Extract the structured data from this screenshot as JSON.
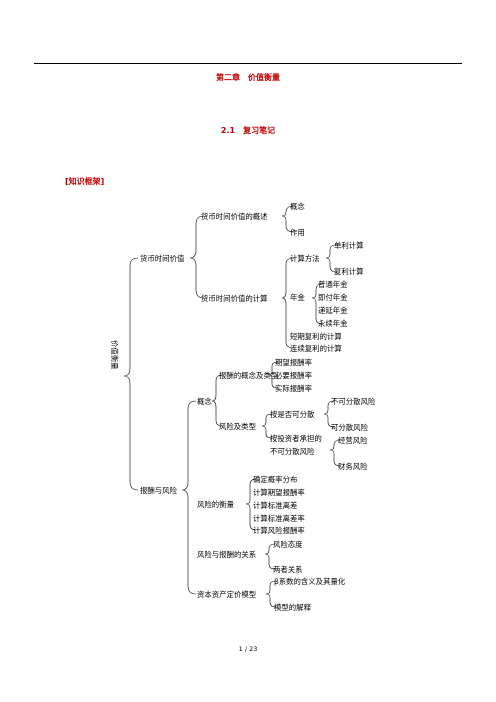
{
  "headings": {
    "chapter": "第二章　价值衡量",
    "section": "2.1　复习笔记",
    "frame": "[知识框架]"
  },
  "tree": {
    "root": "价值衡量",
    "n_a": "货币时间价值",
    "n_a1": "货币时间价值的概述",
    "n_a1_1": "概念",
    "n_a1_2": "作用",
    "n_a2": "货币时间价值的计算",
    "n_a2_1": "计算方法",
    "n_a2_1_1": "单利计算",
    "n_a2_1_2": "复利计算",
    "n_a2_2": "年金",
    "n_a2_2_1": "普通年金",
    "n_a2_2_2": "即付年金",
    "n_a2_2_3": "递延年金",
    "n_a2_2_4": "永续年金",
    "n_a2_3": "短期复利的计算",
    "n_a2_4": "连续复利的计算",
    "n_b": "报酬与风险",
    "n_b1": "概念",
    "n_b1_1": "报酬的概念及类型",
    "n_b1_1_1": "期望报酬率",
    "n_b1_1_2": "必要报酬率",
    "n_b1_1_3": "实际报酬率",
    "n_b1_2": "风险及类型",
    "n_b1_2_1": "按是否可分散",
    "n_b1_2_1_1": "不可分散风险",
    "n_b1_2_1_2": "可分散风险",
    "n_b1_2_2a": "按投资者承担的",
    "n_b1_2_2b": "不可分散风险",
    "n_b1_2_2_1": "经营风险",
    "n_b1_2_2_2": "财务风险",
    "n_b2": "风险的衡量",
    "n_b2_1": "确定概率分布",
    "n_b2_2": "计算期望报酬率",
    "n_b2_3": "计算标准离差",
    "n_b2_4": "计算标准离差率",
    "n_b2_5": "计算风险报酬率",
    "n_b3": "风险与报酬的关系",
    "n_b3_1": "风险态度",
    "n_b3_2": "两者关系",
    "n_b4": "资本资产定价模型",
    "n_b4_1": "β系数的含义及其量化",
    "n_b4_2": "模型的解释"
  },
  "footer": {
    "page": "1 / 23"
  }
}
